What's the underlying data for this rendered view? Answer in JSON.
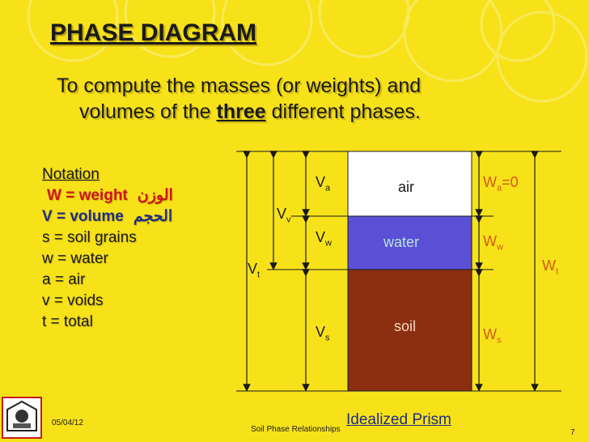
{
  "title": "PHASE DIAGRAM",
  "subtitle": {
    "line1": "To compute the masses (or weights) and",
    "line2_before": "volumes of the ",
    "line2_bold": "three",
    "line2_after": " different phases."
  },
  "notation": {
    "heading": "Notation",
    "items": [
      {
        "text": "W = weight",
        "arabic": "الوزن",
        "color": "#d0141a"
      },
      {
        "text": "V = volume",
        "arabic": "الحجم",
        "color": "#1f2c87"
      },
      {
        "text": "s = soil grains"
      },
      {
        "text": "w = water"
      },
      {
        "text": "a = air"
      },
      {
        "text": "v = voids"
      },
      {
        "text": "t = total"
      }
    ]
  },
  "prism": {
    "air_label": "air",
    "water_label": "water",
    "soil_label": "soil",
    "colors": {
      "air": "#FFFFFF",
      "water": "#5B4FD6",
      "soil": "#8B2F10",
      "water_text": "#B8E6E0",
      "soil_text": "#F4D8C0",
      "orange": "#d35b10"
    }
  },
  "volume_labels": {
    "Va": {
      "main": "V",
      "sub": "a"
    },
    "Vw": {
      "main": "V",
      "sub": "w"
    },
    "Vs": {
      "main": "V",
      "sub": "s"
    },
    "Vv": {
      "main": "V",
      "sub": "v"
    },
    "Vt": {
      "main": "V",
      "sub": "t"
    }
  },
  "weight_labels": {
    "Wa": {
      "main": "W",
      "sub": "a",
      "suffix": "=0"
    },
    "Ww": {
      "main": "W",
      "sub": "w",
      "suffix": ""
    },
    "Ws": {
      "main": "W",
      "sub": "s",
      "suffix": ""
    },
    "Wt": {
      "main": "W",
      "sub": "t",
      "suffix": ""
    }
  },
  "caption": "Idealized Prism",
  "footer": {
    "date": "05/04/12",
    "topic": "Soil Phase Relationships",
    "page": "7"
  }
}
